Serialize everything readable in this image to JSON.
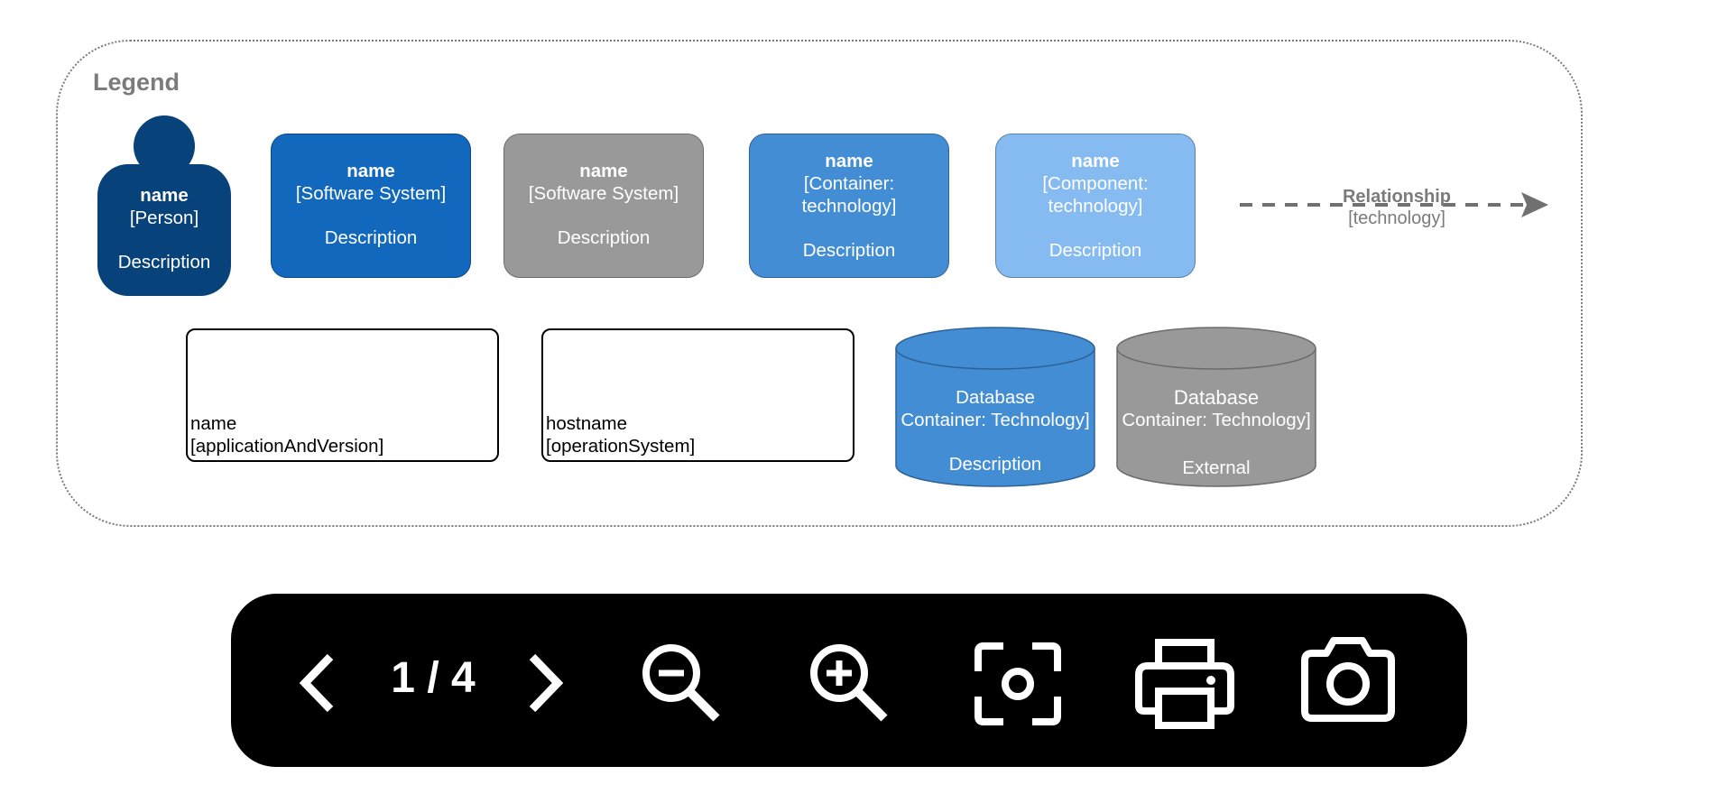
{
  "legend": {
    "title": "Legend",
    "person": {
      "name": "name",
      "type": "[Person]",
      "description": "Description",
      "color": "#08427b"
    },
    "software_system": {
      "name": "name",
      "type": "[Software System]",
      "description": "Description",
      "color": "#1168bd"
    },
    "external_system": {
      "name": "name",
      "type": "[Software System]",
      "description": "Description",
      "color": "#999999"
    },
    "container": {
      "name": "name",
      "type_line1": "[Container:",
      "type_line2": "technology]",
      "description": "Description",
      "color": "#438dd5"
    },
    "component": {
      "name": "name",
      "type_line1": "[Component:",
      "type_line2": "technology]",
      "description": "Description",
      "color": "#85bbf0"
    },
    "relationship": {
      "label": "Relationship",
      "technology": "[technology]",
      "color": "#707070"
    },
    "deployment_node": {
      "name": "name",
      "type": "[applicationAndVersion]"
    },
    "infrastructure_node": {
      "name": "hostname",
      "type": "[operationSystem]"
    },
    "database": {
      "name": "Database",
      "type": "Container: Technology]",
      "description": "Description",
      "color": "#438dd5"
    },
    "external_database": {
      "name": "Database",
      "type": "Container: Technology]",
      "description": "External",
      "color": "#999999"
    }
  },
  "toolbar": {
    "page_indicator": "1 / 4",
    "icons": [
      "chevron-left-icon",
      "chevron-right-icon",
      "zoom-out-icon",
      "zoom-in-icon",
      "focus-icon",
      "print-icon",
      "camera-icon"
    ]
  }
}
